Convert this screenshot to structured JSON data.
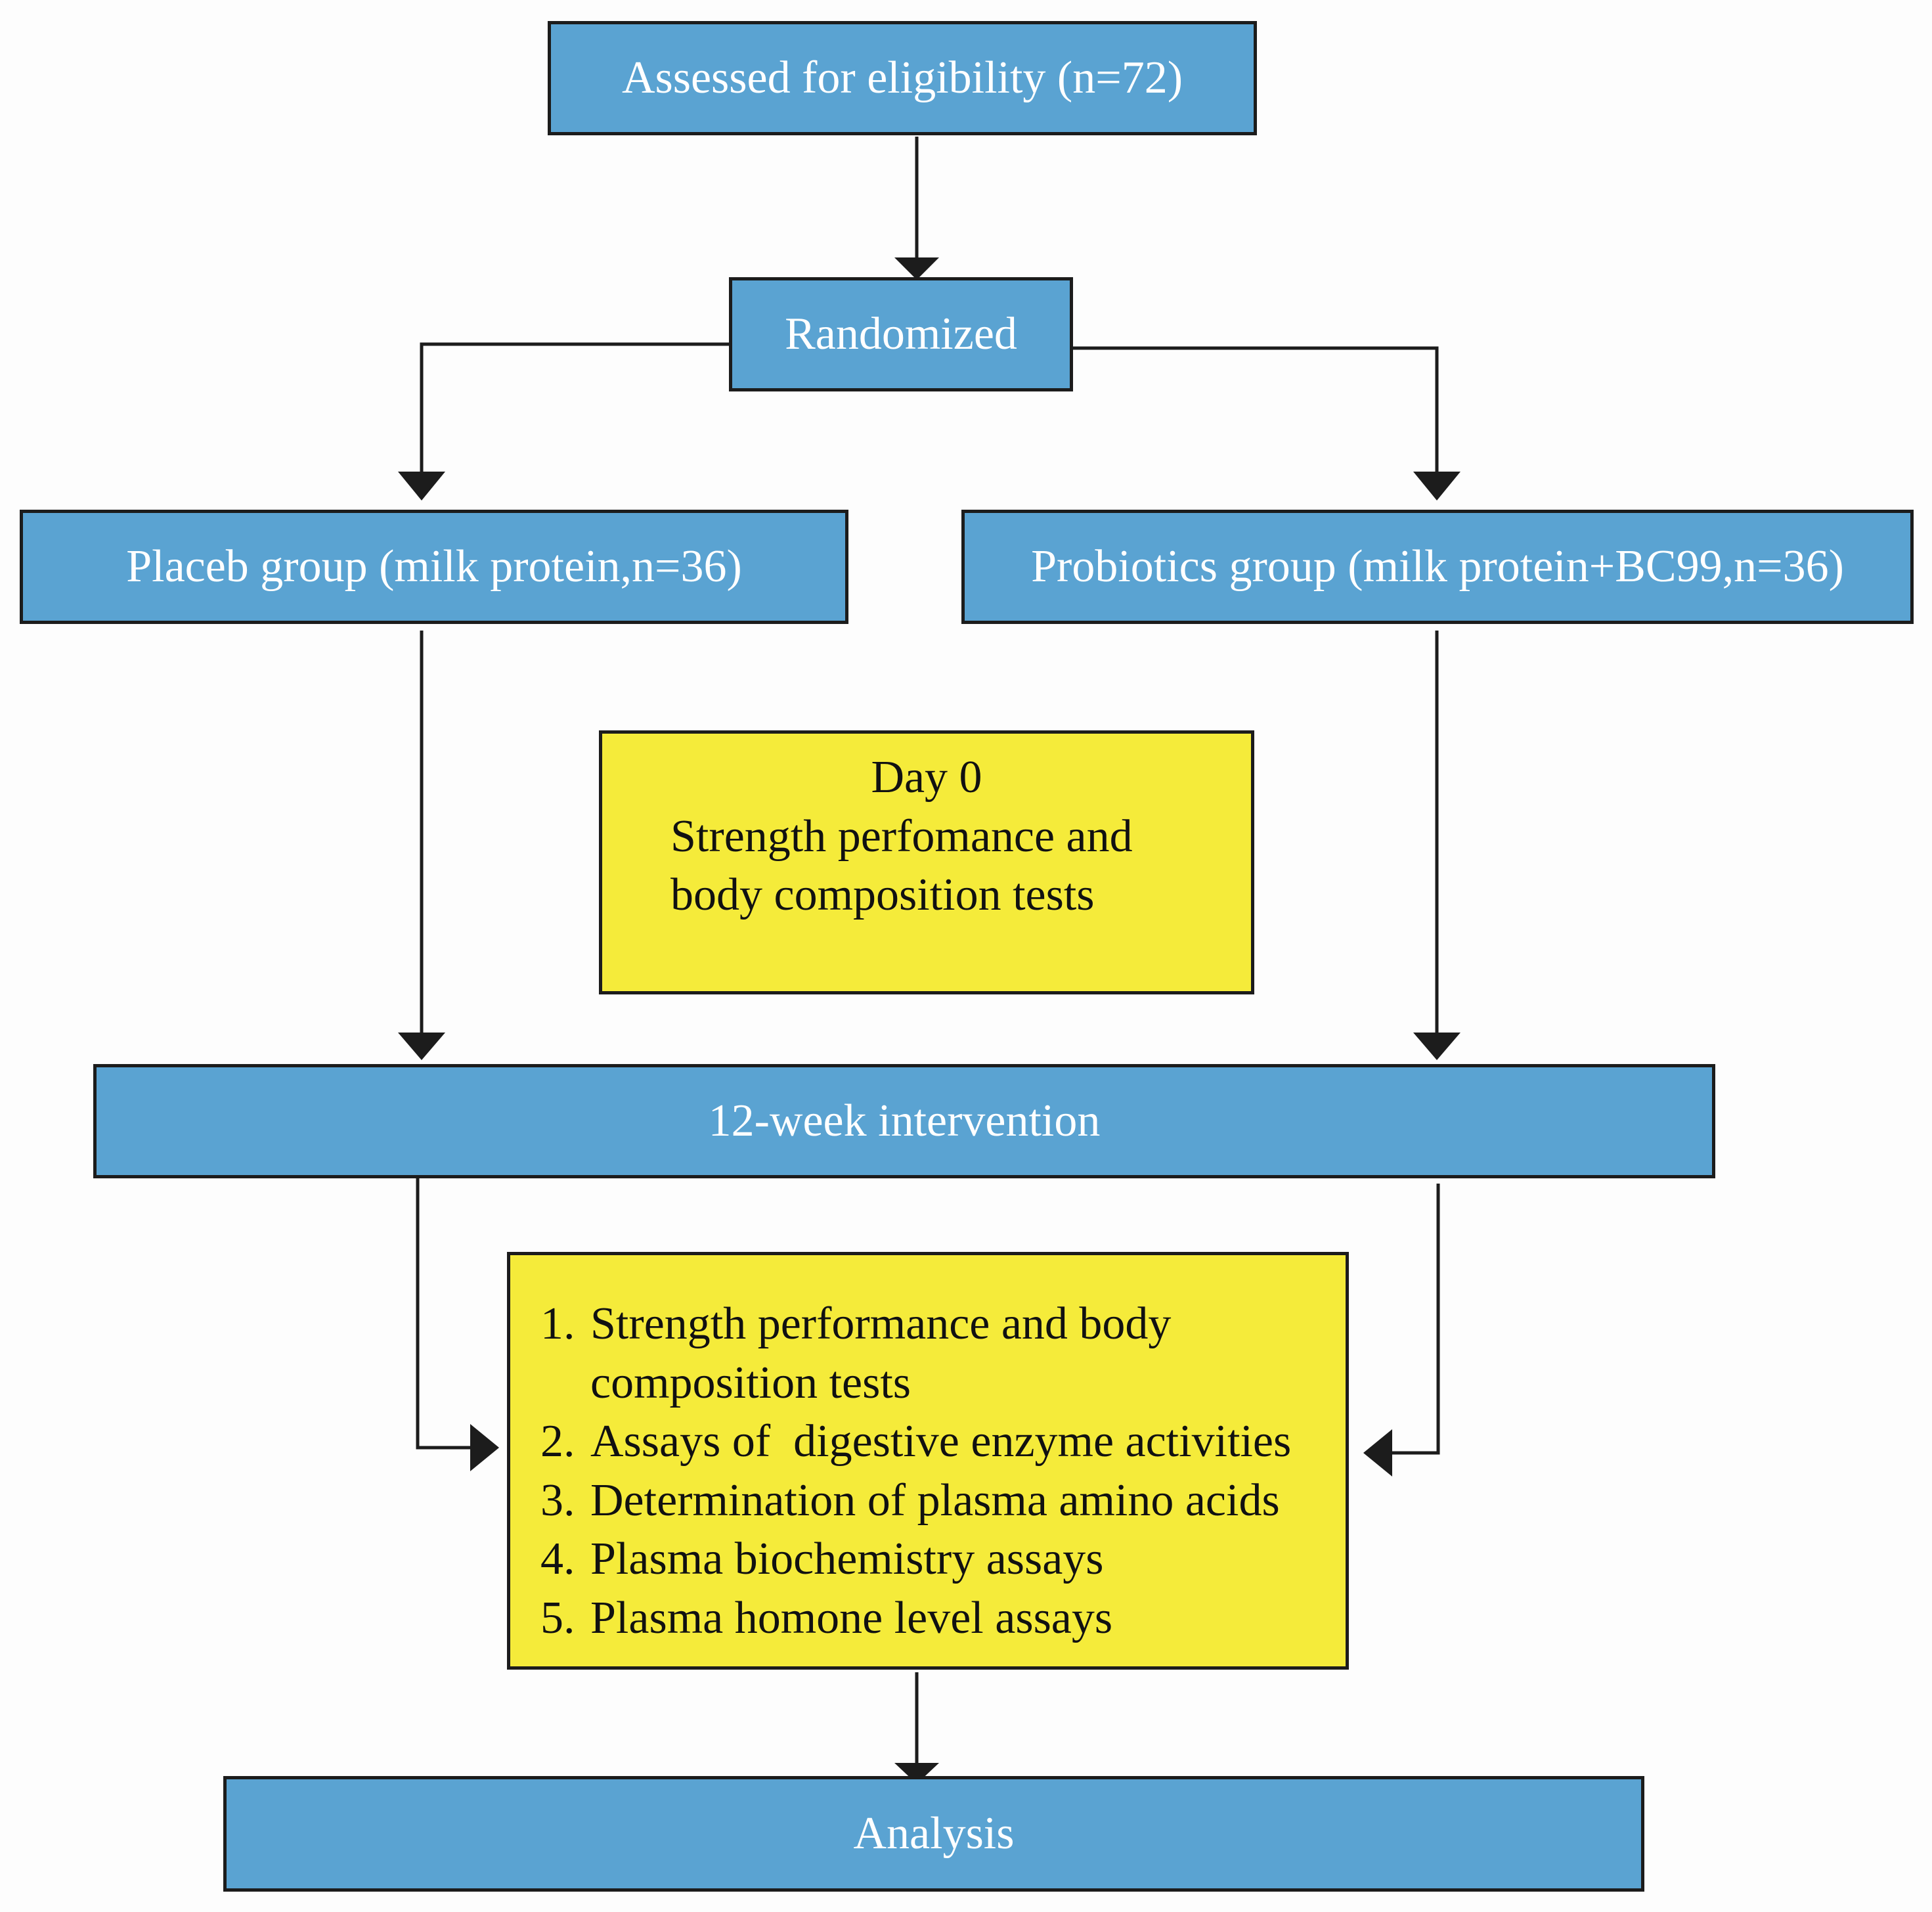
{
  "nodes": {
    "assessed": "Assessed for eligibility (n=72)",
    "randomized": "Randomized",
    "placebo": "Placeb group (milk protein,n=36)",
    "probiotics": "Probiotics group (milk protein+BC99,n=36)",
    "day0": {
      "heading": "Day 0",
      "line1": "Strength perfomance and",
      "line2": "body composition tests"
    },
    "intervention": "12-week intervention",
    "outcomes": {
      "items": [
        {
          "number": "1.",
          "text": "Strength performance and body",
          "continuation": "composition tests"
        },
        {
          "number": "2.",
          "text": "Assays of  digestive enzyme activities"
        },
        {
          "number": "3.",
          "text": "Determination of plasma amino acids"
        },
        {
          "number": "4.",
          "text": "Plasma biochemistry assays"
        },
        {
          "number": "5.",
          "text": "Plasma homone level assays"
        }
      ]
    },
    "analysis": "Analysis"
  },
  "colors": {
    "blue_box": "#5aa3d2",
    "yellow_box": "#f5eb3a",
    "connector": "#1c1c1c",
    "blue_text": "#ffffff"
  }
}
